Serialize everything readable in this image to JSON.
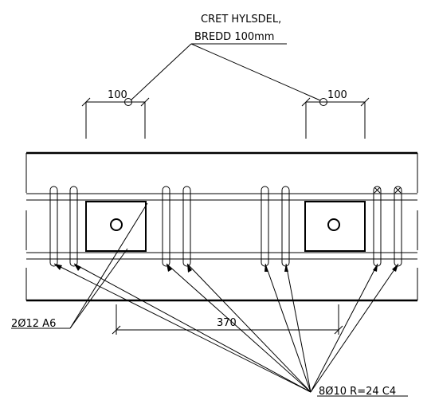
{
  "labels": {
    "sleeve_line1": "CRET HYLSDEL,",
    "sleeve_line2": "BREDD 100mm",
    "dim_left": "100",
    "dim_right": "100",
    "dim_spacing": "370",
    "bar_left": "2Ø12 A6",
    "bar_right": "8Ø10 R=24 C4"
  }
}
